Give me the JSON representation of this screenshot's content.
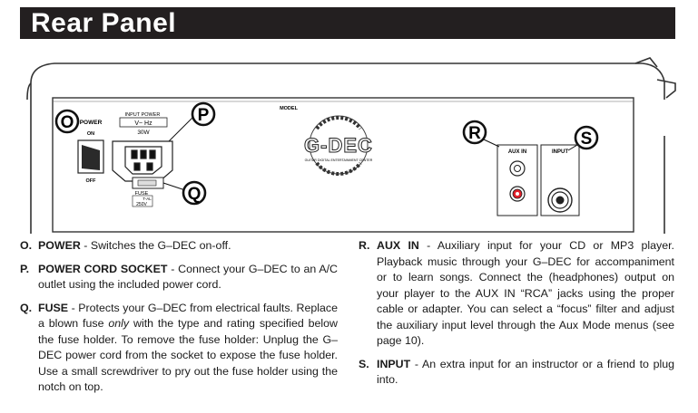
{
  "header": {
    "title": "Rear Panel"
  },
  "diagram": {
    "callouts": {
      "o": "O",
      "p": "P",
      "q": "Q",
      "r": "R",
      "s": "S"
    },
    "power_switch": {
      "label": "POWER",
      "on": "ON",
      "off": "OFF"
    },
    "power_input": {
      "label": "INPUT POWER",
      "rating_line": "V~   Hz",
      "watts": "30W"
    },
    "fuse_holder": {
      "label": "FUSE",
      "rating_top": "T-AL",
      "rating_bottom": "250V"
    },
    "model_label": "MODEL",
    "logo": {
      "name": "G-DEC",
      "tagline": "GUITAR DIGITAL ENTERTAINMENT CENTER"
    },
    "aux_in_label": "AUX IN",
    "input_label": "INPUT"
  },
  "items": {
    "o": {
      "letter": "O.",
      "name": "POWER",
      "desc": " - Switches the G–DEC on-off."
    },
    "p": {
      "letter": "P.",
      "name": "POWER CORD SOCKET",
      "desc": " - Connect your G–DEC to an A/C outlet using the included power cord."
    },
    "q": {
      "letter": "Q.",
      "name": "FUSE",
      "desc_a": " - Protects your G–DEC from electrical faults. Replace a blown fuse ",
      "desc_em": "only",
      "desc_b": " with the type and rating specified below the fuse holder. To remove the fuse holder: Unplug the G–DEC power cord from the socket to expose the fuse holder. Use a small screwdriver to pry out the fuse holder using the notch on top."
    },
    "r": {
      "letter": "R.",
      "name": "AUX IN",
      "desc": " - Auxiliary input for your CD or MP3 player. Playback music through your G–DEC for accompaniment or to learn songs. Connect the (headphones) output on your player to the AUX IN “RCA” jacks using the proper cable or adapter. You can select a “focus” filter and adjust the auxiliary input level through the Aux Mode menus (see page 10)."
    },
    "s": {
      "letter": "S.",
      "name": "INPUT",
      "desc": " - An extra input for an instructor or a friend to plug into."
    }
  }
}
